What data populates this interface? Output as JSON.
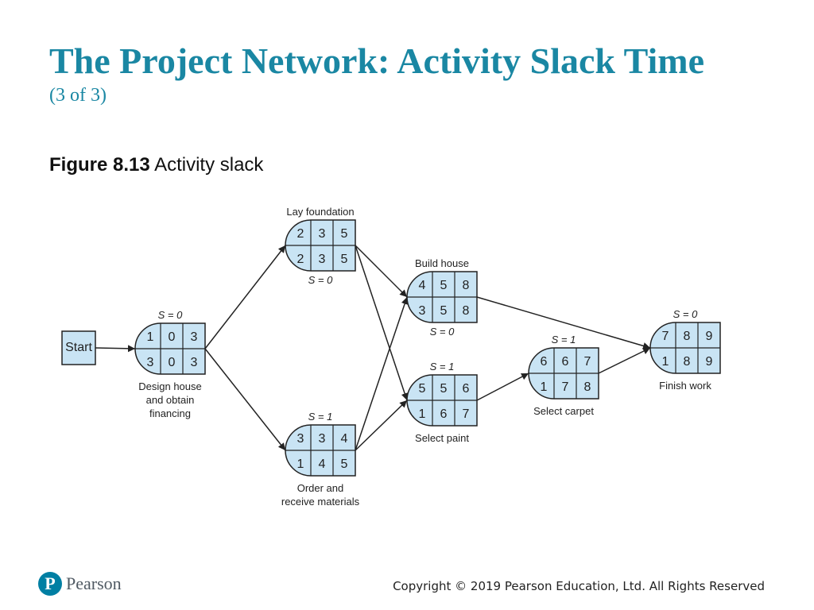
{
  "slide": {
    "title": "The Project Network: Activity Slack Time",
    "subtitle": "(3 of 3)",
    "figure_label": "Figure 8.13",
    "figure_caption": "Activity slack"
  },
  "diagram": {
    "start_label": "Start",
    "nodes": [
      {
        "id": "design",
        "label_lines": [
          "Design house",
          "and obtain",
          "financing"
        ],
        "slack": "S = 0",
        "top": [
          "1",
          "0",
          "3"
        ],
        "bottom": [
          "3",
          "0",
          "3"
        ]
      },
      {
        "id": "foundation",
        "label_lines": [
          "Lay foundation"
        ],
        "slack": "S = 0",
        "top": [
          "2",
          "3",
          "5"
        ],
        "bottom": [
          "2",
          "3",
          "5"
        ]
      },
      {
        "id": "materials",
        "label_lines": [
          "Order and",
          "receive materials"
        ],
        "slack": "S = 1",
        "top": [
          "3",
          "3",
          "4"
        ],
        "bottom": [
          "1",
          "4",
          "5"
        ]
      },
      {
        "id": "build",
        "label_lines": [
          "Build house"
        ],
        "slack": "S = 0",
        "top": [
          "4",
          "5",
          "8"
        ],
        "bottom": [
          "3",
          "5",
          "8"
        ]
      },
      {
        "id": "paint",
        "label_lines": [
          "Select paint"
        ],
        "slack": "S = 1",
        "top": [
          "5",
          "5",
          "6"
        ],
        "bottom": [
          "1",
          "6",
          "7"
        ]
      },
      {
        "id": "carpet",
        "label_lines": [
          "Select carpet"
        ],
        "slack": "S = 1",
        "top": [
          "6",
          "6",
          "7"
        ],
        "bottom": [
          "1",
          "7",
          "8"
        ]
      },
      {
        "id": "finish",
        "label_lines": [
          "Finish work"
        ],
        "slack": "S = 0",
        "top": [
          "7",
          "8",
          "9"
        ],
        "bottom": [
          "1",
          "8",
          "9"
        ]
      }
    ],
    "edges": [
      [
        "start",
        "design"
      ],
      [
        "design",
        "foundation"
      ],
      [
        "design",
        "materials"
      ],
      [
        "foundation",
        "build"
      ],
      [
        "foundation",
        "paint"
      ],
      [
        "materials",
        "build"
      ],
      [
        "materials",
        "paint"
      ],
      [
        "build",
        "finish"
      ],
      [
        "paint",
        "carpet"
      ],
      [
        "carpet",
        "finish"
      ]
    ]
  },
  "footer": {
    "logo_letter": "P",
    "logo_text": "Pearson",
    "copyright": "Copyright © 2019 Pearson Education, Ltd. All Rights Reserved"
  },
  "colors": {
    "title": "#1a87a3",
    "node_fill": "#c9e4f4",
    "node_stroke": "#222222",
    "logo": "#007fa3"
  }
}
